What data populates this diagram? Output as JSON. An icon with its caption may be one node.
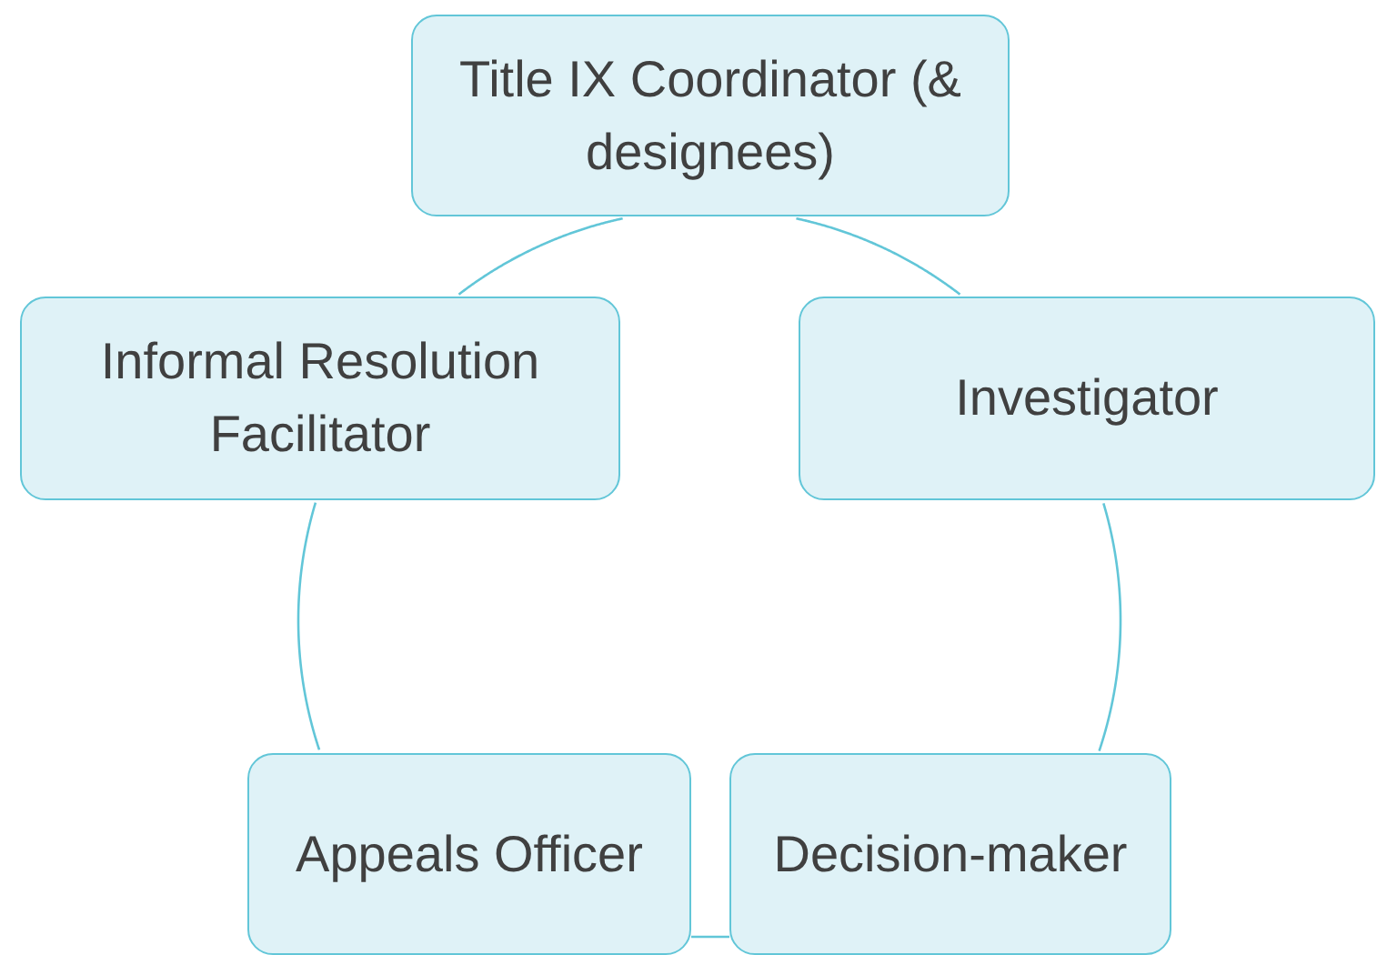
{
  "diagram": {
    "nodes": [
      {
        "text": [
          "Title IX Coordinator (& designees)"
        ]
      },
      {
        "text": [
          "Informal Resolution Facilitator"
        ]
      },
      {
        "text": [
          "Investigator"
        ]
      },
      {
        "text": [
          "Appeals Officer"
        ]
      },
      {
        "text": [
          "Decision-maker"
        ]
      }
    ],
    "edges": [
      {
        "from": 0,
        "to": 2,
        "arrow": "none"
      },
      {
        "from": 2,
        "to": 4,
        "arrow": "none"
      },
      {
        "from": 4,
        "to": 3,
        "arrow": "none"
      },
      {
        "from": 3,
        "to": 1,
        "arrow": "none"
      },
      {
        "from": 1,
        "to": 0,
        "arrow": "none"
      }
    ]
  }
}
